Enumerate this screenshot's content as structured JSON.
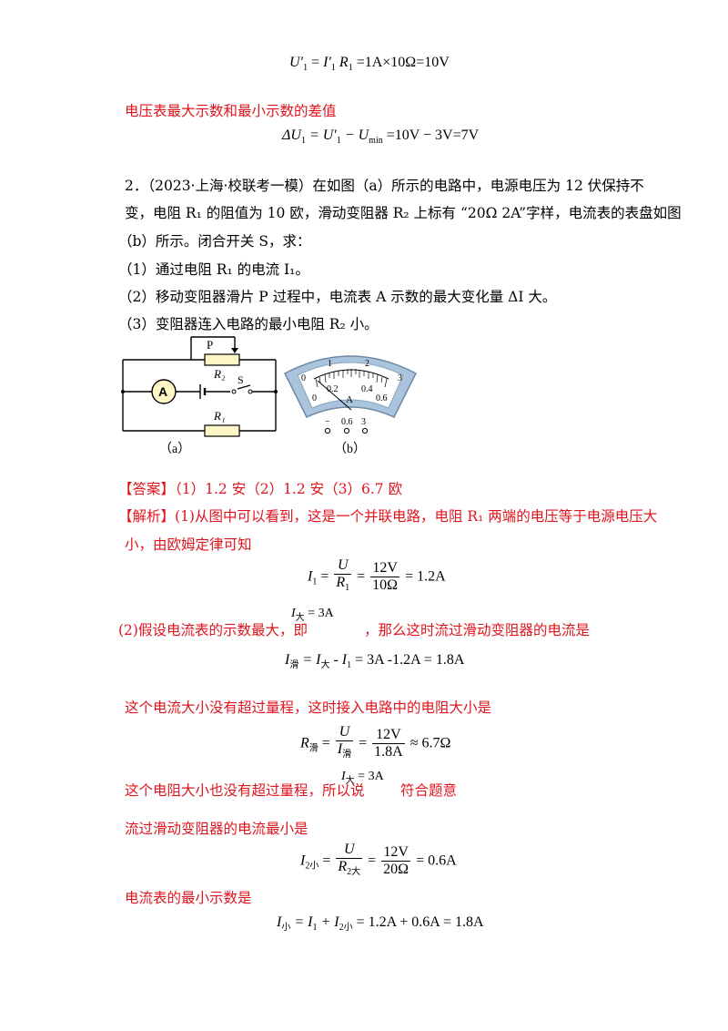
{
  "eq_top": {
    "lhs": "U′",
    "lhs_sub": "1",
    "eq1": " = ",
    "i": "I′",
    "i_sub": "1",
    "r": " R",
    "r_sub": "1",
    "rest": " =1A×10Ω=10V"
  },
  "diff_heading": "电压表最大示数和最小示数的差值",
  "eq_diff": {
    "delta": "ΔU",
    "sub": "1",
    "eq": " = U′",
    "sub2": "1",
    "minus": " − U",
    "sub3": "min",
    "rest": " =10V − 3V=7V"
  },
  "question": {
    "line1": "2．（2023·上海·校联考一模）在如图（a）所示的电路中，电源电压为 12 伏保持不",
    "line2": "变，电阻 R₁ 的阻值为 10 欧，滑动变阻器 R₂ 上标有 “20Ω 2A”字样，电流表的表盘如图",
    "line3": "（b）所示。闭合开关 S，求：",
    "q1": "（1）通过电阻 R₁ 的电流 I₁。",
    "q2": "（2）移动变阻器滑片 P 过程中，电流表 A 示数的最大变化量 ΔI 大。",
    "q3": "（3）变阻器连入电路的最小电阻 R₂ 小。"
  },
  "figure_a": {
    "label_p": "P",
    "label_r2": "R₂",
    "label_s": "S",
    "label_a": "A",
    "label_r1": "R₁",
    "caption": "（a）"
  },
  "figure_b": {
    "top_ticks": [
      "0",
      "1",
      "2",
      "3"
    ],
    "bottom_ticks": [
      "0",
      "0.2",
      "0.4",
      "0.6"
    ],
    "unit": "A",
    "terminals": [
      "−",
      "0.6",
      "3"
    ],
    "caption": "（b）"
  },
  "answer": {
    "tag": "【答案】",
    "text": "（1）1.2 安（2）1.2 安（3）6.7 欧"
  },
  "analysis": {
    "tag": "【解析】",
    "line1": "(1)从图中可以看到，这是一个并联电路，电阻 R₁ 两端的电压等于电源电压大",
    "line2": "小，由欧姆定律可知",
    "p2_a": "(2)假设电流表的示数最大，即",
    "p2_b": "，那么这时流过滑动变阻器的电流是",
    "p3": "这个电流大小没有超过量程，这时接入电路中的电阻大小是",
    "p4_a": "这个电阻大小也没有超过量程，所以说",
    "p4_b": "符合题意",
    "p5": "流过滑动变阻器的电流最小是",
    "p6": "电流表的最小示数是"
  },
  "equations": {
    "e1": {
      "lhs": "I",
      "lhs_sub": "1",
      "num": "U",
      "den": "R",
      "den_sub": "1",
      "num2": "12V",
      "den2": "10Ω",
      "res": "= 1.2A"
    },
    "e_inline1": {
      "v": "I",
      "sub": "大",
      "rest": " = 3A"
    },
    "e2": {
      "lhs": "I",
      "lhs_sub": "滑",
      "rest": " = I",
      "sub2": "大",
      "rest2": " - I",
      "sub3": "1",
      "rest3": " = 3A -1.2A = 1.8A"
    },
    "e3": {
      "lhs": "R",
      "lhs_sub": "滑",
      "num": "U",
      "den": "I",
      "den_sub": "滑",
      "num2": "12V",
      "den2": "1.8A",
      "res": "≈ 6.7Ω"
    },
    "e_inline2": {
      "v": "I",
      "sub": "大",
      "rest": " = 3A"
    },
    "e4": {
      "lhs": "I",
      "lhs_sub": "2小",
      "num": "U",
      "den": "R",
      "den_sub": "2大",
      "num2": "12V",
      "den2": "20Ω",
      "res": "= 0.6A"
    },
    "e5": {
      "lhs": "I",
      "lhs_sub": "小",
      "rest": " = I",
      "sub2": "1",
      "rest2": " + I",
      "sub3": "2小",
      "rest3": " = 1.2A + 0.6A = 1.8A"
    }
  }
}
